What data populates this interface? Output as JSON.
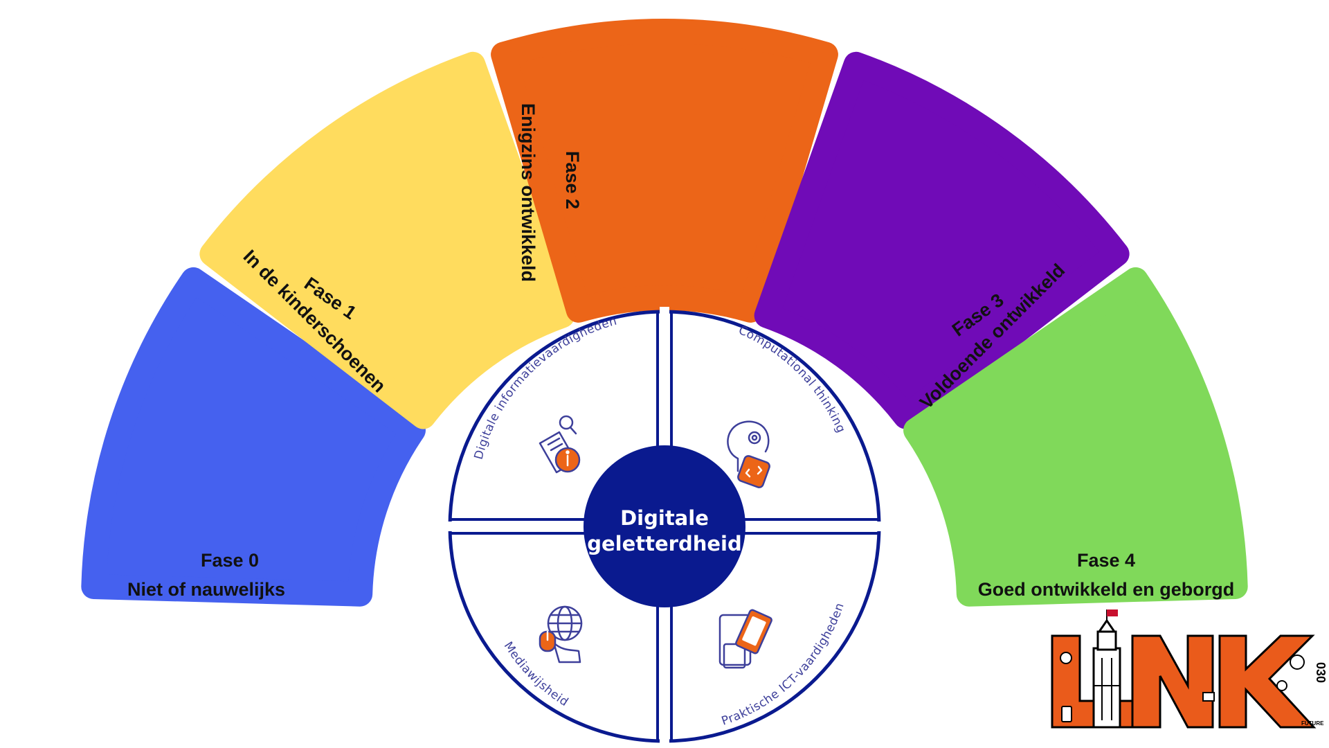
{
  "phases": [
    {
      "title": "Fase 0",
      "subtitle": "Niet of nauwelijks",
      "color": "#4561ef"
    },
    {
      "title": "Fase 1",
      "subtitle": "In de kinderschoenen",
      "color": "#ffdc5e"
    },
    {
      "title": "Fase 2",
      "subtitle": "Enigzins ontwikkeld",
      "color": "#ec6518"
    },
    {
      "title": "Fase 3",
      "subtitle": "Voldoende ontwikkeld",
      "color": "#700bb7"
    },
    {
      "title": "Fase 4",
      "subtitle": "Goed ontwikkeld en geborgd",
      "color": "#80d95a"
    }
  ],
  "center": {
    "line1": "Digitale",
    "line2": "geletterdheid",
    "color": "#0a1a8f"
  },
  "quadrants": [
    {
      "label": "Digitale informatievaardigheden",
      "icon": "info-document-icon"
    },
    {
      "label": "Computational thinking",
      "icon": "head-gear-code-icon"
    },
    {
      "label": "Mediawijsheid",
      "icon": "globe-hand-mouse-icon"
    },
    {
      "label": "Praktische ICT-vaardigheden",
      "icon": "devices-icon"
    }
  ],
  "colors": {
    "ring": "#0a1a8f",
    "icon_accent": "#ec6518",
    "icon_line": "#3d3f9a"
  },
  "logo": {
    "text": "LINK",
    "side_text": "030",
    "tag": "FUTURE",
    "color": "#ea5b1b",
    "flag": "#c8102e"
  }
}
